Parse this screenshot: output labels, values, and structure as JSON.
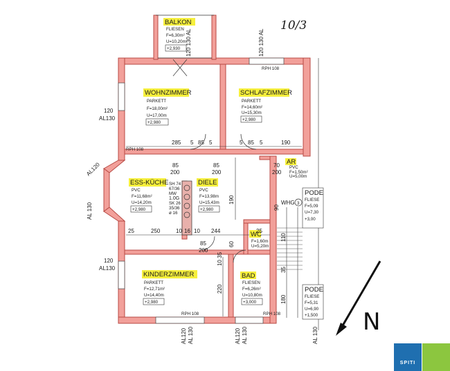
{
  "rooms": {
    "balkon": {
      "name": "BALKON",
      "floor": "FLIESEN",
      "area": "F=6,30m²",
      "perimeter": "U=10,20m",
      "height": "+2,930"
    },
    "wohn": {
      "name": "WOHNZIMMER",
      "floor": "PARKETT",
      "area": "F=18,00m²",
      "perimeter": "U=17,00m",
      "height": "+2,980"
    },
    "schlaf": {
      "name": "SCHLAFZIMMER",
      "floor": "PARKETT",
      "area": "F=14,60m²",
      "perimeter": "U=15,30m",
      "height": "+2,980"
    },
    "ess": {
      "name": "ESS-KÜCHE",
      "floor": "PVC",
      "area": "F=11,68m²",
      "perimeter": "U=14,20m",
      "height": "+2,980"
    },
    "diele": {
      "name": "DIELE",
      "floor": "PVC",
      "area": "F=13,98m",
      "perimeter": "U=15,43m",
      "height": "+2,980"
    },
    "ar": {
      "name": "AR",
      "floor": "PVC",
      "area": "F=1,50m²",
      "perimeter": "U=5,00m"
    },
    "wc": {
      "name": "WC",
      "area": "F=1,60m",
      "perimeter": "U=5,20m"
    },
    "kinder": {
      "name": "KINDERZIMMER",
      "floor": "PARKETT",
      "area": "F=12,71m²",
      "perimeter": "U=14,40m",
      "height": "+2,980"
    },
    "bad": {
      "name": "BAD",
      "floor": "FLIESEN",
      "area": "F=6,26m²",
      "perimeter": "U=10,80m",
      "height": "+3,000"
    },
    "podest1": {
      "name": "PODE",
      "floor": "FLIESE",
      "area": "F=5,09",
      "perimeter": "U=7,30",
      "height": "+3,00"
    },
    "podest2": {
      "name": "PODE",
      "floor": "FLIESE",
      "area": "F=5,31",
      "perimeter": "U=6,90",
      "height": "+1,500"
    }
  },
  "labels": {
    "rph": "RPH 108",
    "whg": "WHG",
    "whg_no": "3",
    "sheet_mark": "10/3",
    "north": "N",
    "al130": "AL130",
    "al120": "AL120",
    "al130_short": "AL 130",
    "r120": "120",
    "r130al": "130 AL",
    "r120_130al": "120 130 AL",
    "kitchen_note": [
      "SH 74",
      "67/36",
      "MW",
      "SK 26",
      "35/36",
      "ø 16"
    ],
    "kitchen_code": "1.0G"
  },
  "dims": {
    "d285": "285",
    "d5": "5",
    "d85": "85",
    "d190": "190",
    "d200": "200",
    "d70": "70",
    "d250": "250",
    "d10": "10",
    "d16": "16",
    "d244": "244",
    "d25": "25",
    "d220": "220",
    "d60": "60",
    "d35": "35",
    "d180": "180",
    "d90": "90",
    "d110": "110",
    "d1035": "10 35"
  },
  "logo": {
    "text": "SPITI"
  },
  "colors": {
    "wall": "#f2a09a",
    "wall_stroke": "#b84a44",
    "highlight": "#f6ef3c",
    "line": "#222222",
    "logo_blue": "#1f6fb0",
    "logo_green": "#8cc63f"
  }
}
